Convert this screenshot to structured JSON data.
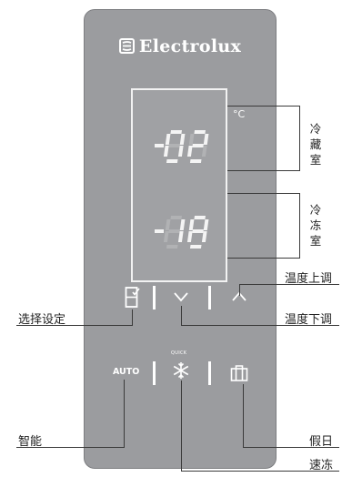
{
  "brand": {
    "name": "Electrolux"
  },
  "display": {
    "fridge_temp": "-02",
    "freezer_temp": "-18",
    "unit": "°C"
  },
  "zones": {
    "fridge_label": "冷藏室",
    "freezer_label": "冷冻室"
  },
  "buttons": {
    "auto_label": "AUTO",
    "quick_label": "QUICK"
  },
  "callouts": {
    "select": "选择设定",
    "temp_up": "温度上调",
    "temp_down": "温度下调",
    "smart": "智能",
    "holiday": "假日",
    "quick_freeze": "速冻"
  },
  "colors": {
    "panel": "#9b9c9f",
    "display_segments": "#f4f4f4",
    "text_white": "#ffffff",
    "leader_lines": "#3a3a3a"
  },
  "icons": [
    "electrolux-logo-icon",
    "select-icon",
    "chevron-down-icon",
    "chevron-up-icon",
    "snowflake-icon",
    "holiday-case-icon"
  ]
}
